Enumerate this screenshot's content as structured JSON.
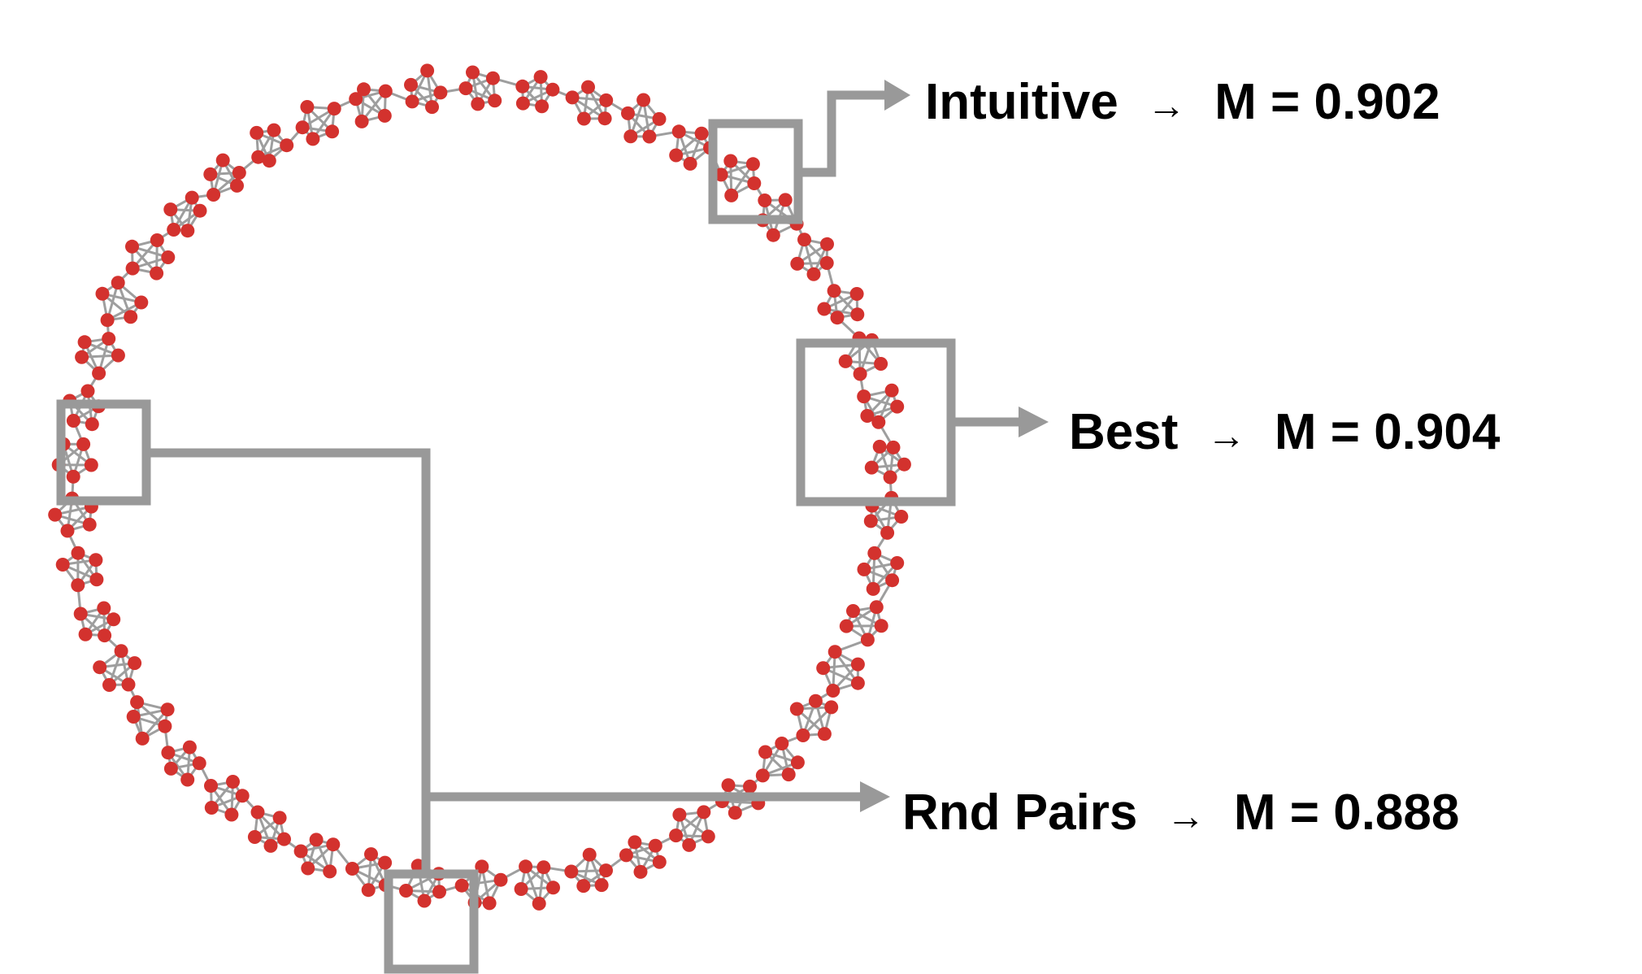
{
  "figure": {
    "node_color": "#d3322e",
    "edge_color": "#9e9e9e",
    "highlight_color": "#999999",
    "text_color": "#000000",
    "ring": {
      "cluster_count": 46,
      "nodes_per_cluster": 5
    }
  },
  "annotations": [
    {
      "id": "intuitive",
      "name": "Intuitive",
      "arrow": "→",
      "metric": "M",
      "value": "0.902"
    },
    {
      "id": "best",
      "name": "Best",
      "arrow": "→",
      "metric": "M",
      "value": "0.904"
    },
    {
      "id": "rnd-pairs",
      "name": "Rnd Pairs",
      "arrow": "→",
      "metric": "M",
      "value": "0.888"
    }
  ]
}
